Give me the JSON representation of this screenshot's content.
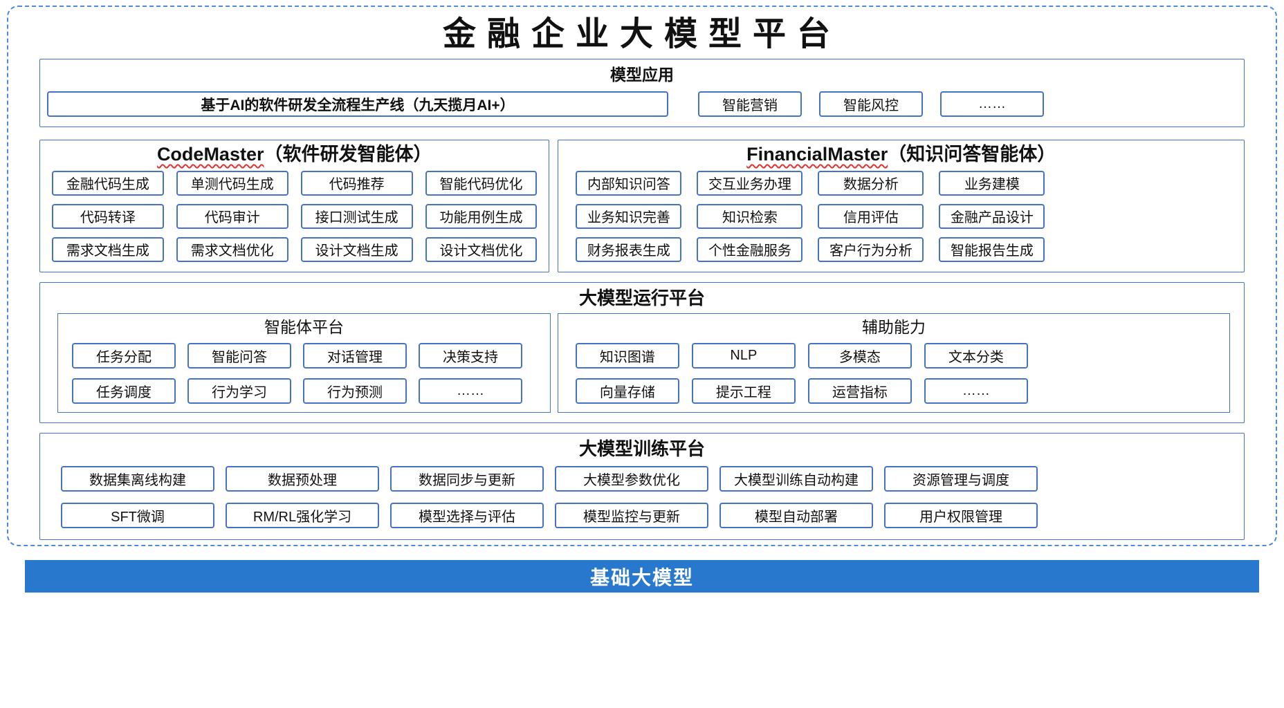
{
  "title": "金融企业大模型平台",
  "model_app": {
    "title": "模型应用",
    "pipeline_box": "基于AI的软件研发全流程生产线（九天揽月AI+）",
    "boxes": [
      "智能营销",
      "智能风控",
      "……"
    ]
  },
  "codemaster": {
    "name": "CodeMaster",
    "subtitle": "（软件研发智能体）",
    "items": [
      "金融代码生成",
      "单测代码生成",
      "代码推荐",
      "智能代码优化",
      "代码转译",
      "代码审计",
      "接口测试生成",
      "功能用例生成",
      "需求文档生成",
      "需求文档优化",
      "设计文档生成",
      "设计文档优化"
    ]
  },
  "financialmaster": {
    "name": "FinancialMaster",
    "subtitle": "（知识问答智能体）",
    "items": [
      "内部知识问答",
      "交互业务办理",
      "数据分析",
      "业务建模",
      "业务知识完善",
      "知识检索",
      "信用评估",
      "金融产品设计",
      "财务报表生成",
      "个性金融服务",
      "客户行为分析",
      "智能报告生成"
    ]
  },
  "runtime": {
    "title": "大模型运行平台",
    "agent_platform": {
      "title": "智能体平台",
      "items": [
        "任务分配",
        "智能问答",
        "对话管理",
        "决策支持",
        "任务调度",
        "行为学习",
        "行为预测",
        "……"
      ]
    },
    "aux_ability": {
      "title": "辅助能力",
      "items": [
        "知识图谱",
        "NLP",
        "多模态",
        "文本分类",
        "向量存储",
        "提示工程",
        "运营指标",
        "……"
      ]
    }
  },
  "training": {
    "title": "大模型训练平台",
    "items": [
      "数据集离线构建",
      "数据预处理",
      "数据同步与更新",
      "大模型参数优化",
      "大模型训练自动构建",
      "资源管理与调度",
      "SFT微调",
      "RM/RL强化学习",
      "模型选择与评估",
      "模型监控与更新",
      "模型自动部署",
      "用户权限管理"
    ]
  },
  "foundation": {
    "title": "基础大模型"
  },
  "colors": {
    "box_border": "#4472C4",
    "section_border": "#4472C4",
    "dashed_border": "#4E8AD8",
    "foundation_bg": "#2878CE",
    "squiggle": "#E03131"
  }
}
